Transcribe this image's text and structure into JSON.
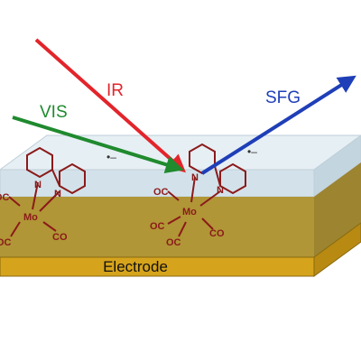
{
  "beams": {
    "ir": {
      "label": "IR",
      "color": "#e3242b"
    },
    "vis": {
      "label": "VIS",
      "color": "#1f8a2e"
    },
    "sfg": {
      "label": "SFG",
      "color": "#1f3fb8"
    }
  },
  "surface": {
    "electrode_label": "Electrode",
    "electrolyte_color": "#dbe7ee",
    "film_color": "#b59b3a",
    "electrode_color": "#d7a21a"
  },
  "electron_symbol": "•–",
  "complex": {
    "metal": "Mo",
    "ligand_co": "CO",
    "ligand_oc": "OC",
    "nitrogen": "N",
    "color": "#8b1a1a"
  }
}
